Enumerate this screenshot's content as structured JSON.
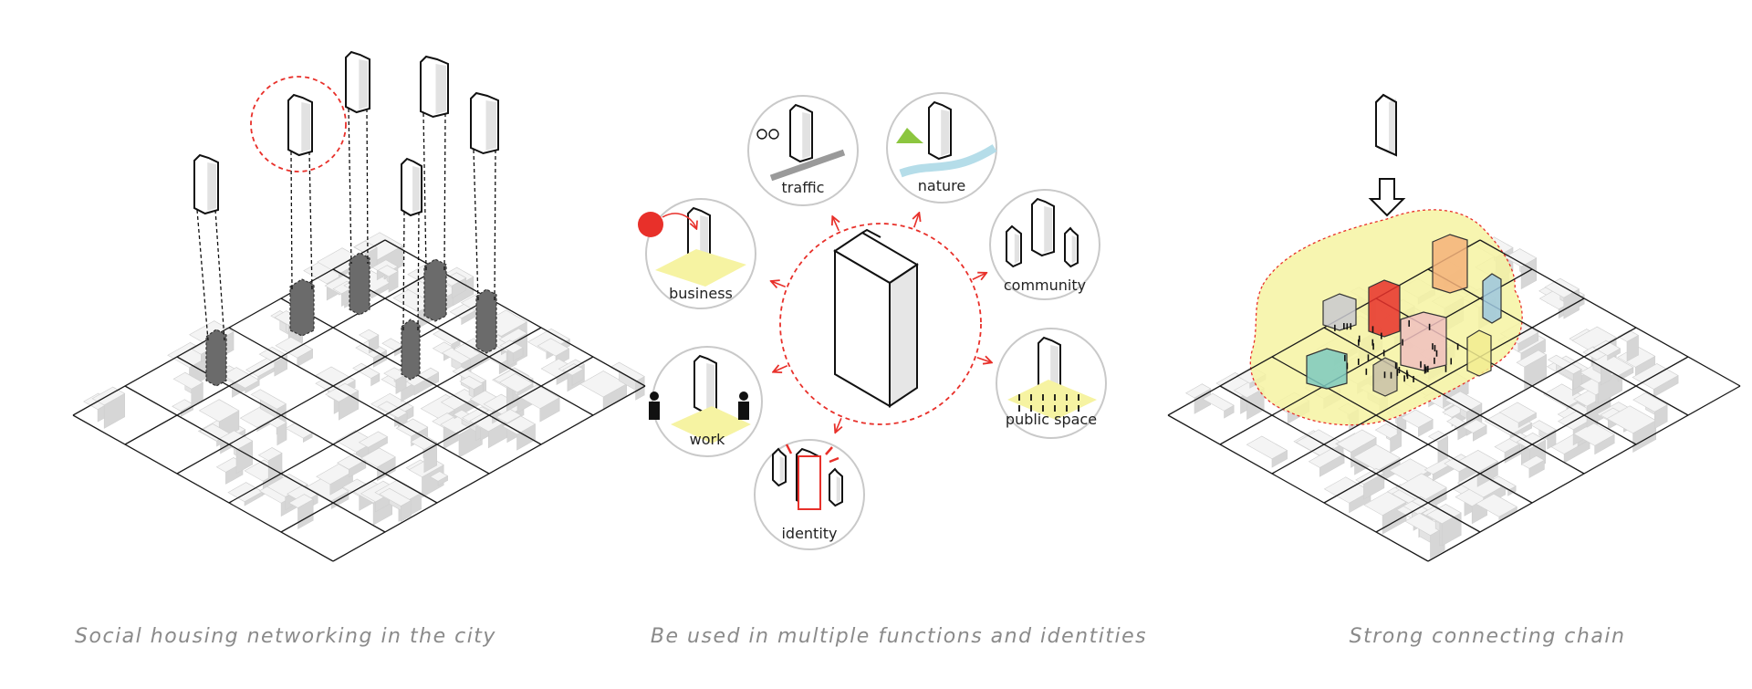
{
  "panels": [
    {
      "caption": "Social housing networking in the city"
    },
    {
      "caption": "Be used in multiple functions and identities"
    },
    {
      "caption": "Strong connecting chain"
    }
  ],
  "functions": [
    {
      "label": "traffic",
      "icon": "bicycle-icon"
    },
    {
      "label": "nature",
      "icon": "mountain-river-icon"
    },
    {
      "label": "community",
      "icon": "buildings-cluster-icon"
    },
    {
      "label": "public space",
      "icon": "people-plaza-icon"
    },
    {
      "label": "identity",
      "icon": "highlighted-tower-icon"
    },
    {
      "label": "work",
      "icon": "businessmen-icon"
    },
    {
      "label": "business",
      "icon": "money-bag-icon"
    }
  ],
  "colors": {
    "accent_red": "#e8302a",
    "highlight_yellow": "#f6f3a2",
    "building_dark": "#6b6b6b",
    "grid_line": "#1a1a1a",
    "caption_gray": "#8a8a8a"
  }
}
